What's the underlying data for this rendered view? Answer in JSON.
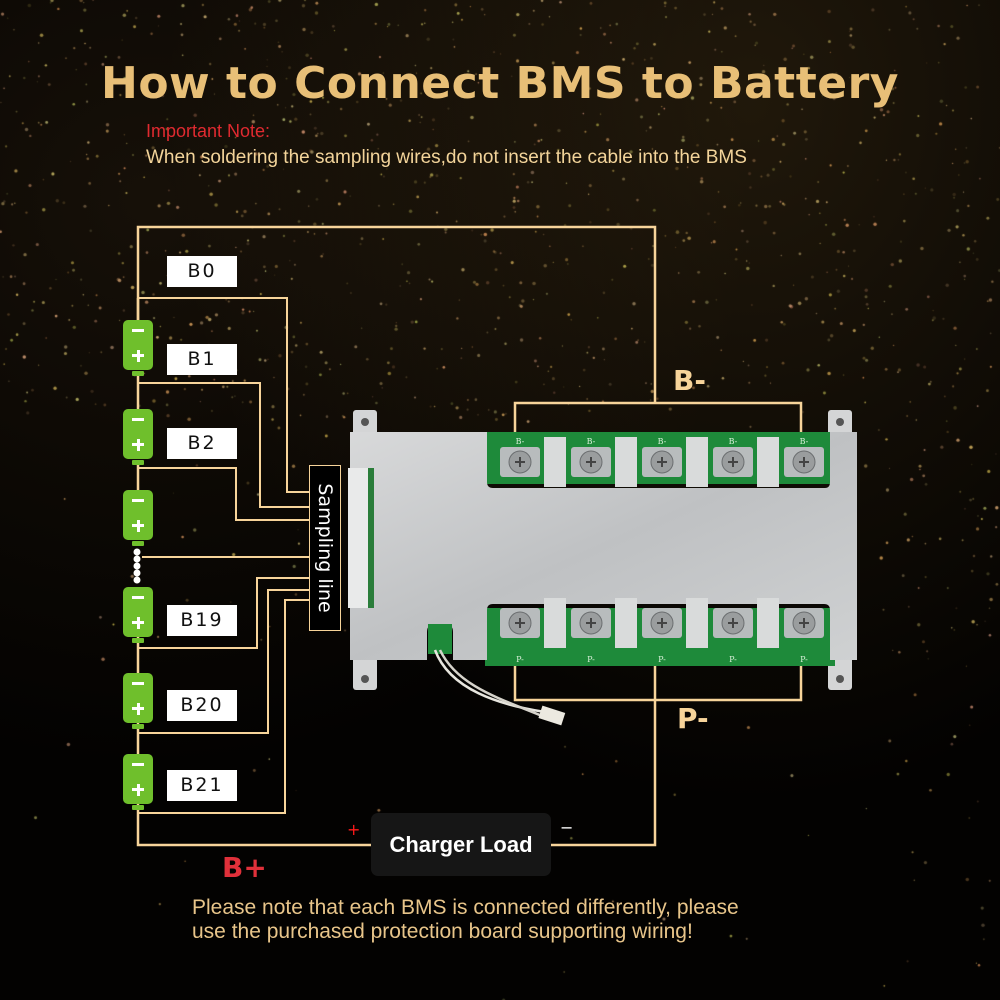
{
  "title": "How to Connect BMS to Battery",
  "note": {
    "label": "Important Note:",
    "text": "When soldering the sampling wires,do not insert the cable into the BMS"
  },
  "cells": [
    {
      "label": "B0"
    },
    {
      "label": "B1"
    },
    {
      "label": "B2"
    },
    {
      "label": "B19"
    },
    {
      "label": "B20"
    },
    {
      "label": "B21"
    }
  ],
  "ellipsis": "•••••",
  "sampling_line_label": "Sampling line",
  "bms": {
    "b_minus_label": "B-",
    "p_minus_label": "P-",
    "top_terminal_label": "B-",
    "bottom_terminal_label": "P-",
    "terminal_count": 5
  },
  "charger": {
    "label": "Charger Load",
    "plus_sign": "+",
    "minus_sign": "−"
  },
  "b_plus_label": "B+",
  "footer": {
    "line1": "Please note that each BMS is connected differently, please",
    "line2": "use the purchased protection board supporting wiring!"
  },
  "colors": {
    "title": "#e8bf77",
    "wire": "#f7d49a",
    "battery": "#6fbf2c",
    "important": "#e02a30",
    "pcb": "#1e8a3a",
    "plate": "#c9cbcc"
  }
}
